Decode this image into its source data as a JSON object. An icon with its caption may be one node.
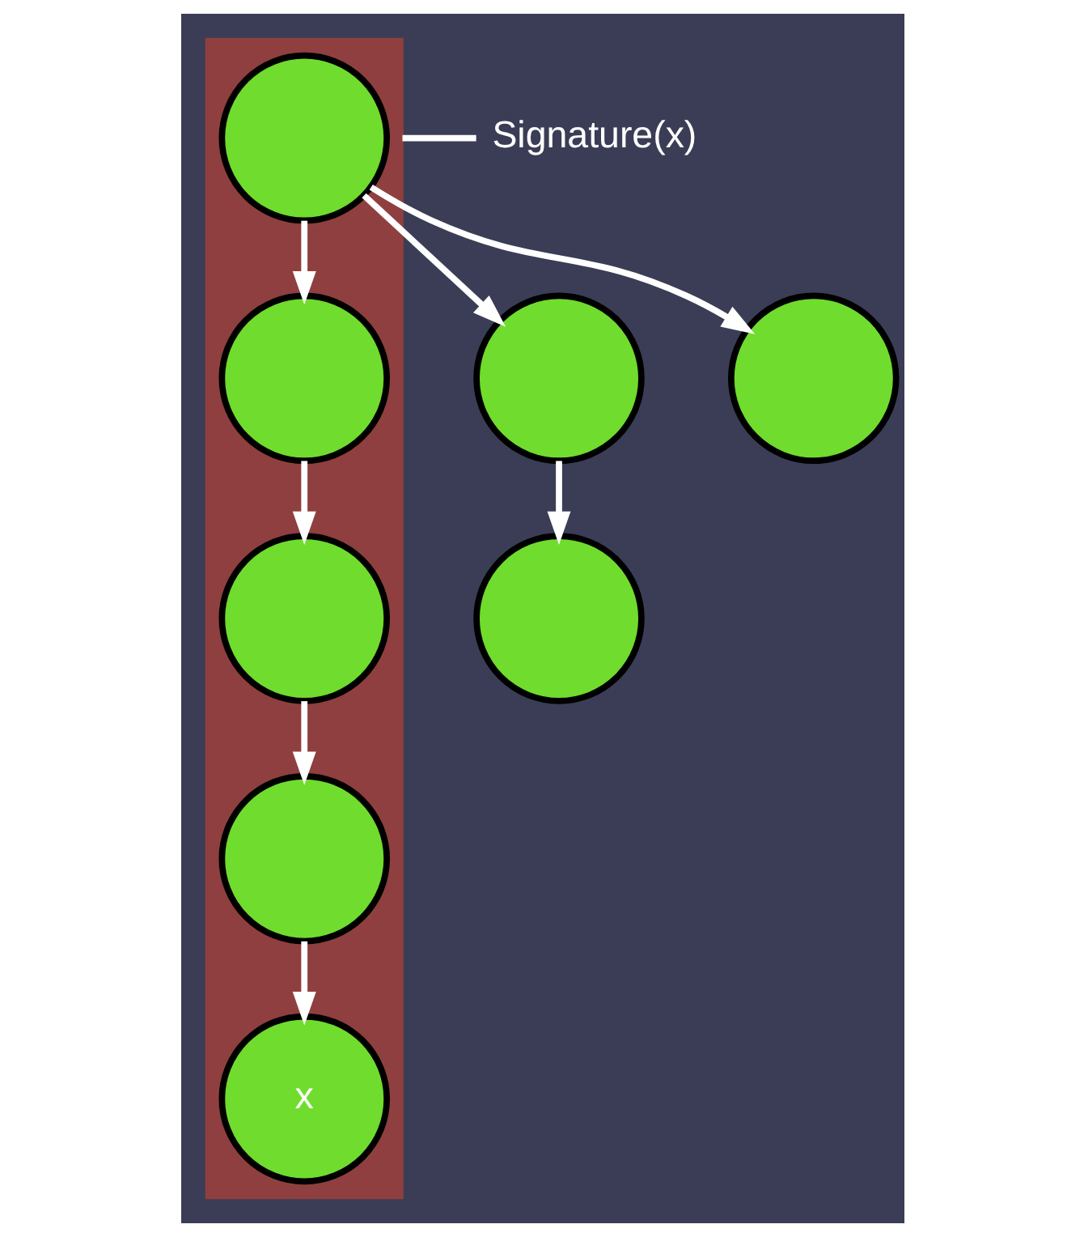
{
  "diagram": {
    "nodes": [
      {
        "text": [],
        "shape": "band"
      },
      {
        "text": [],
        "shape": "circle",
        "in": 0
      },
      {
        "text": [],
        "shape": "circle"
      },
      {
        "text": [],
        "shape": "circle",
        "in": 0
      },
      {
        "text": [],
        "shape": "circle"
      },
      {
        "text": [],
        "shape": "circle"
      },
      {
        "text": [],
        "shape": "circle",
        "in": 0
      },
      {
        "text": [],
        "shape": "circle",
        "in": 0
      },
      {
        "text": [
          "x"
        ],
        "in": 0
      },
      {
        "text": [
          "Signature(x)"
        ]
      }
    ],
    "edges": [
      {
        "from": 1,
        "to": 2,
        "arrow": "to"
      },
      {
        "from": 1,
        "to": 3,
        "arrow": "to"
      },
      {
        "from": 1,
        "to": 4,
        "arrow": "to"
      },
      {
        "from": 2,
        "to": 5,
        "arrow": "to"
      },
      {
        "from": 3,
        "to": 6,
        "arrow": "to"
      },
      {
        "from": 6,
        "to": 7,
        "arrow": "to"
      },
      {
        "from": 7,
        "to": 8,
        "arrow": "to"
      },
      {
        "from": 9,
        "to": 0,
        "arrow": "none"
      }
    ]
  }
}
